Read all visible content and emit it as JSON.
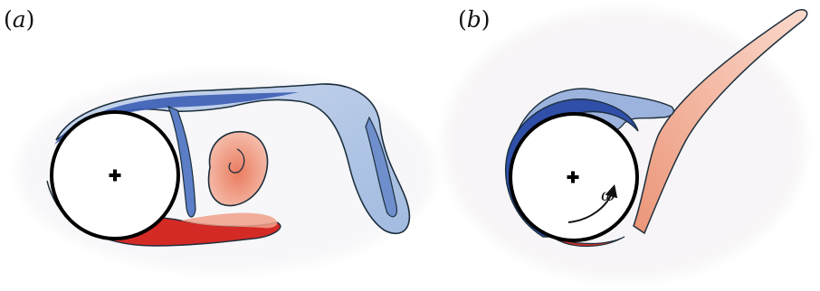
{
  "figure": {
    "panels": [
      {
        "open": "(",
        "letter": "a",
        "close": ")"
      },
      {
        "open": "(",
        "letter": "b",
        "close": ")",
        "rotation_symbol": "ω"
      }
    ]
  },
  "colors": {
    "positive_vorticity": "#d42a26",
    "negative_vorticity": "#2f4fa8",
    "light_positive": "#f2a892",
    "light_negative": "#a9c0e2",
    "contour": "#1c2f3d",
    "cylinder_outline": "#000000"
  },
  "icons": [
    "center-plus-icon",
    "rotation-arrow-icon"
  ]
}
